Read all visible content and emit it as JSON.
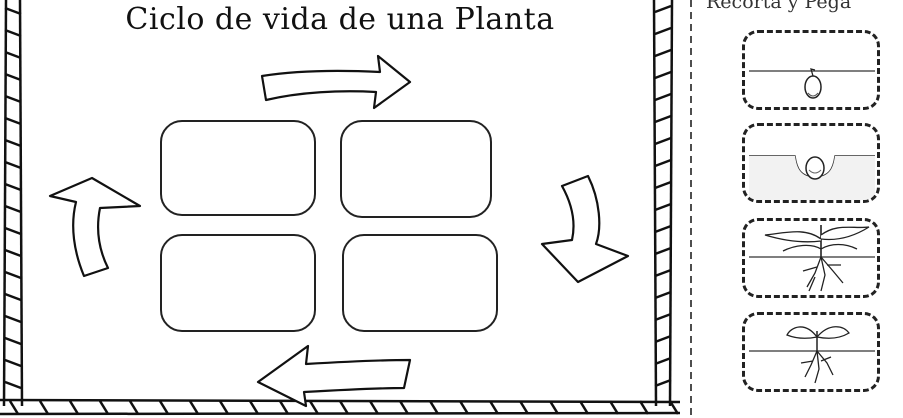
{
  "worksheet": {
    "title": "Ciclo de vida de una Planta",
    "cutout_header": "Recorta y Pega",
    "boxes": [
      {
        "id": "top-left",
        "content": ""
      },
      {
        "id": "top-right",
        "content": ""
      },
      {
        "id": "bottom-right",
        "content": ""
      },
      {
        "id": "bottom-left",
        "content": ""
      }
    ],
    "arrows": [
      "right",
      "down",
      "left",
      "up"
    ],
    "cutout_cards": [
      {
        "stage": "seed-on-soil-icon"
      },
      {
        "stage": "seed-in-ground-icon"
      },
      {
        "stage": "grown-plant-roots-icon"
      },
      {
        "stage": "sprout-roots-icon"
      }
    ]
  }
}
